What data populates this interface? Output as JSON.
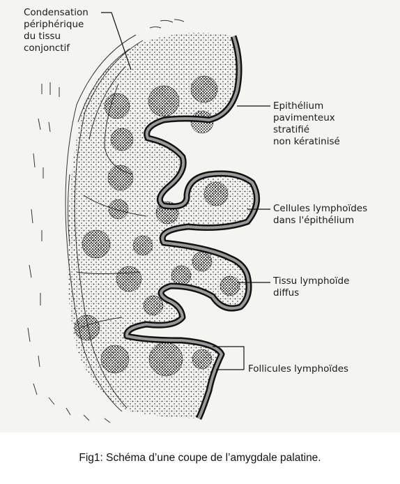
{
  "labels": {
    "condensation": "Condensation\npériphérique\ndu tissu\nconjonctif",
    "epithelium": "Epithélium\npavimenteux\nstratifié\nnon kératinisé",
    "cellules": "Cellules lymphoïdes\ndans l'épithélium",
    "tissu": "Tissu lymphoïde\ndiffus",
    "follicules": "Follicules lymphoïdes"
  },
  "caption": "Fig1: Schéma d’une coupe de l’amygdale palatine."
}
